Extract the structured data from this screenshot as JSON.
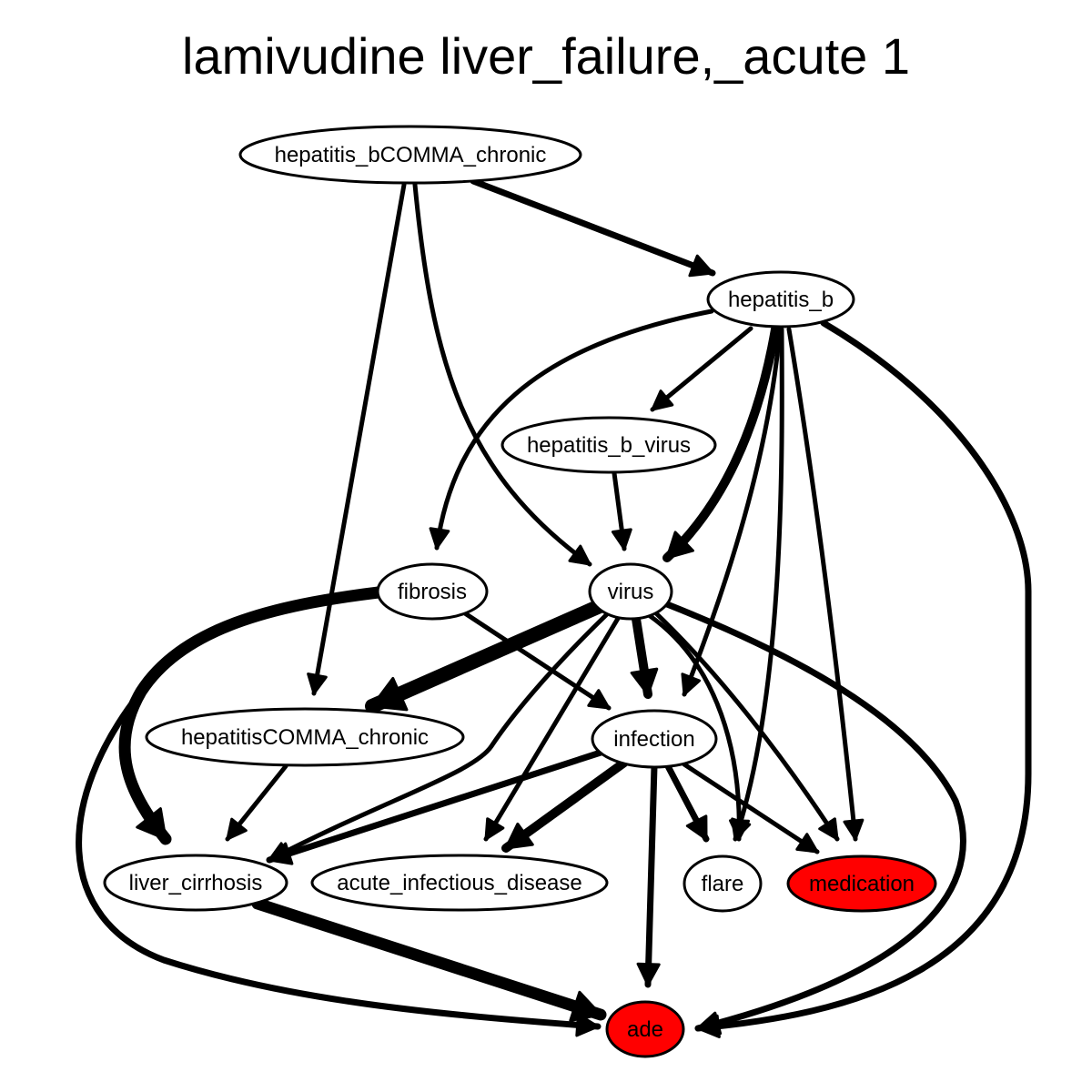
{
  "title": "lamivudine liver_failure,_acute 1",
  "colors": {
    "highlight": "#ff0000",
    "default": "#ffffff",
    "stroke": "#000000"
  },
  "nodes": [
    {
      "id": "hepatitis_bCOMMA_chronic",
      "label": "hepatitis_bCOMMA_chronic",
      "highlighted": false
    },
    {
      "id": "hepatitis_b",
      "label": "hepatitis_b",
      "highlighted": false
    },
    {
      "id": "hepatitis_b_virus",
      "label": "hepatitis_b_virus",
      "highlighted": false
    },
    {
      "id": "fibrosis",
      "label": "fibrosis",
      "highlighted": false
    },
    {
      "id": "virus",
      "label": "virus",
      "highlighted": false
    },
    {
      "id": "hepatitisCOMMA_chronic",
      "label": "hepatitisCOMMA_chronic",
      "highlighted": false
    },
    {
      "id": "infection",
      "label": "infection",
      "highlighted": false
    },
    {
      "id": "liver_cirrhosis",
      "label": "liver_cirrhosis",
      "highlighted": false
    },
    {
      "id": "acute_infectious_disease",
      "label": "acute_infectious_disease",
      "highlighted": false
    },
    {
      "id": "flare",
      "label": "flare",
      "highlighted": false
    },
    {
      "id": "medication",
      "label": "medication",
      "highlighted": true
    },
    {
      "id": "ade",
      "label": "ade",
      "highlighted": true
    }
  ],
  "edges": [
    {
      "from": "hepatitis_bCOMMA_chronic",
      "to": "hepatitis_b",
      "weight": 3
    },
    {
      "from": "hepatitis_bCOMMA_chronic",
      "to": "virus",
      "weight": 2
    },
    {
      "from": "hepatitis_bCOMMA_chronic",
      "to": "hepatitisCOMMA_chronic",
      "weight": 2
    },
    {
      "from": "hepatitis_b",
      "to": "hepatitis_b_virus",
      "weight": 2
    },
    {
      "from": "hepatitis_b",
      "to": "fibrosis",
      "weight": 2
    },
    {
      "from": "hepatitis_b",
      "to": "virus",
      "weight": 4
    },
    {
      "from": "hepatitis_b",
      "to": "infection",
      "weight": 2
    },
    {
      "from": "hepatitis_b",
      "to": "flare",
      "weight": 2
    },
    {
      "from": "hepatitis_b",
      "to": "medication",
      "weight": 2
    },
    {
      "from": "hepatitis_b",
      "to": "ade",
      "weight": 3
    },
    {
      "from": "hepatitis_b_virus",
      "to": "virus",
      "weight": 2
    },
    {
      "from": "fibrosis",
      "to": "liver_cirrhosis",
      "weight": 5
    },
    {
      "from": "fibrosis",
      "to": "infection",
      "weight": 2
    },
    {
      "from": "fibrosis",
      "to": "ade",
      "weight": 3
    },
    {
      "from": "virus",
      "to": "hepatitisCOMMA_chronic",
      "weight": 6
    },
    {
      "from": "virus",
      "to": "infection",
      "weight": 4
    },
    {
      "from": "virus",
      "to": "liver_cirrhosis",
      "weight": 2
    },
    {
      "from": "virus",
      "to": "acute_infectious_disease",
      "weight": 2
    },
    {
      "from": "virus",
      "to": "flare",
      "weight": 2
    },
    {
      "from": "virus",
      "to": "medication",
      "weight": 2
    },
    {
      "from": "virus",
      "to": "ade",
      "weight": 3
    },
    {
      "from": "hepatitisCOMMA_chronic",
      "to": "liver_cirrhosis",
      "weight": 2
    },
    {
      "from": "infection",
      "to": "liver_cirrhosis",
      "weight": 3
    },
    {
      "from": "infection",
      "to": "acute_infectious_disease",
      "weight": 4
    },
    {
      "from": "infection",
      "to": "flare",
      "weight": 3
    },
    {
      "from": "infection",
      "to": "medication",
      "weight": 2
    },
    {
      "from": "infection",
      "to": "ade",
      "weight": 3
    },
    {
      "from": "liver_cirrhosis",
      "to": "ade",
      "weight": 5
    }
  ]
}
